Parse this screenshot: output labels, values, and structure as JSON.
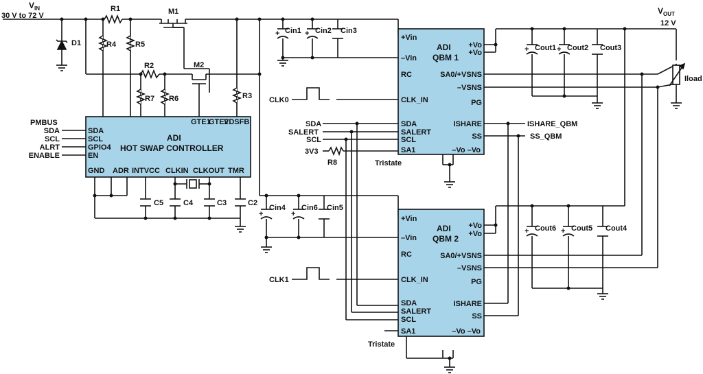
{
  "colors": {
    "block_fill": "#a8d4ea",
    "wire": "#111111",
    "background": "#ffffff"
  },
  "labels": {
    "vin": "V",
    "vin_sub": "IN",
    "vin_range": "30 V to 72 V",
    "vout": "V",
    "vout_sub": "OUT",
    "vout_value": "12 V",
    "load": "Iload",
    "pmbus": "PMBUS",
    "d1": "D1",
    "r1": "R1",
    "r2": "R2",
    "r3": "R3",
    "r4": "R4",
    "r5": "R5",
    "r6": "R6",
    "r7": "R7",
    "r8": "R8",
    "m1": "M1",
    "m2": "M2",
    "cin1": "Cin1",
    "cin2": "Cin2",
    "cin3": "Cin3",
    "cin4": "Cin4",
    "cin5": "Cin5",
    "cin6": "Cin6",
    "cout1": "Cout1",
    "cout2": "Cout2",
    "cout3": "Cout3",
    "cout4": "Cout4",
    "cout5": "Cout5",
    "cout6": "Cout6",
    "c2": "C2",
    "c3": "C3",
    "c4": "C4",
    "c5": "C5",
    "clk0": "CLK0",
    "clk1": "CLK1",
    "sda": "SDA",
    "salert": "SALERT",
    "scl": "SCL",
    "v3v3": "3V3",
    "ishare_net": "ISHARE_QBM",
    "ss_net": "SS_QBM",
    "tristate": "Tristate"
  },
  "hotswap": {
    "title_1": "ADI",
    "title_2": "HOT SWAP CONTROLLER",
    "left_pins": [
      "SDA",
      "SCL",
      "GPIO4",
      "EN"
    ],
    "left_signals": [
      "SDA",
      "SCL",
      "ALRT",
      "ENABLE"
    ],
    "top_pins": [
      "GTE1",
      "GTE2",
      "VDSFB"
    ],
    "bottom_pins": [
      "GND",
      "ADR",
      "INTVCC",
      "CLKIN",
      "CLKOUT",
      "TMR"
    ]
  },
  "qbm1": {
    "title_1": "ADI",
    "title_2": "QBM 1",
    "left_pins": [
      "+Vin",
      "–Vin",
      "RC",
      "CLK_IN",
      "SDA",
      "SALERT",
      "SCL",
      "SA1"
    ],
    "right_pins": [
      "+Vo",
      "+Vo",
      "SA0/+VSNS",
      "–VSNS",
      "PG",
      "ISHARE",
      "SS",
      "–Vo  –Vo"
    ]
  },
  "qbm2": {
    "title_1": "ADI",
    "title_2": "QBM 2",
    "left_pins": [
      "+Vin",
      "–Vin",
      "RC",
      "CLK_IN",
      "SDA",
      "SALERT",
      "SCL",
      "SA1"
    ],
    "right_pins": [
      "+Vo",
      "+Vo",
      "SA0/+VSNS",
      "–VSNS",
      "PG",
      "ISHARE",
      "SS",
      "–Vo  –Vo"
    ]
  }
}
